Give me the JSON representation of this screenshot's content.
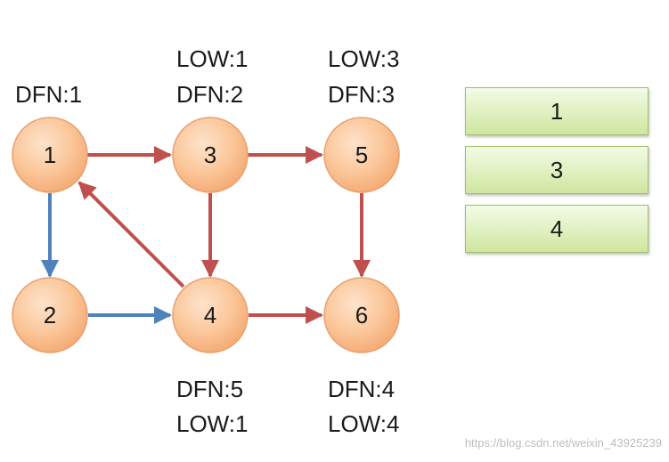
{
  "nodes": [
    {
      "id": "1",
      "label": "1"
    },
    {
      "id": "2",
      "label": "2"
    },
    {
      "id": "3",
      "label": "3"
    },
    {
      "id": "4",
      "label": "4"
    },
    {
      "id": "5",
      "label": "5"
    },
    {
      "id": "6",
      "label": "6"
    }
  ],
  "annotations": {
    "node1_dfn": "DFN:1",
    "node3_low": "LOW:1",
    "node3_dfn": "DFN:2",
    "node5_low": "LOW:3",
    "node5_dfn": "DFN:3",
    "node4_dfn": "DFN:5",
    "node4_low": "LOW:1",
    "node6_dfn": "DFN:4",
    "node6_low": "LOW:4"
  },
  "stack": [
    "1",
    "3",
    "4"
  ],
  "colors": {
    "node_fill": "#fbc79a",
    "node_stroke": "#e8a070",
    "edge_red": "#c0504d",
    "edge_blue": "#4f81bd",
    "stack_fill": "#dff0bf"
  },
  "watermark": "https://blog.csdn.net/weixin_43925239"
}
